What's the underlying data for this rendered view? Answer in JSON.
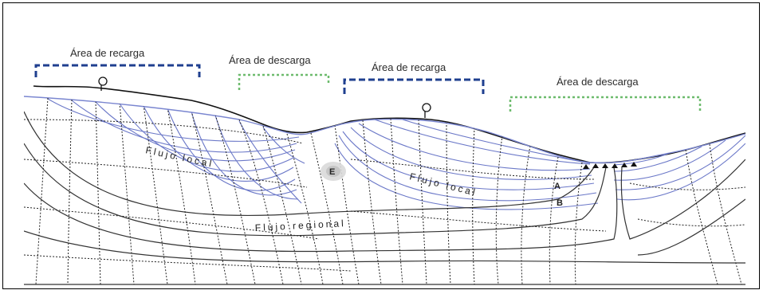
{
  "labels": {
    "recharge_1": "Área de recarga",
    "discharge_1": "Área de descarga",
    "recharge_2": "Área de recarga",
    "discharge_2": "Área de descarga",
    "local_flow_1": "Flujo local",
    "local_flow_2": "Flujo local",
    "regional_flow": "Flujo regional",
    "point_e": "E",
    "point_a": "A",
    "point_b": "B"
  },
  "colors": {
    "recharge": "#1f3f8f",
    "discharge": "#6dbb6d",
    "local_flow_lines": "#6b78c8",
    "regional_flow_lines": "#333333",
    "equipotential": "#222222"
  },
  "icons": [
    "tree-icon",
    "tree-icon",
    "spring-symbol-icon"
  ]
}
